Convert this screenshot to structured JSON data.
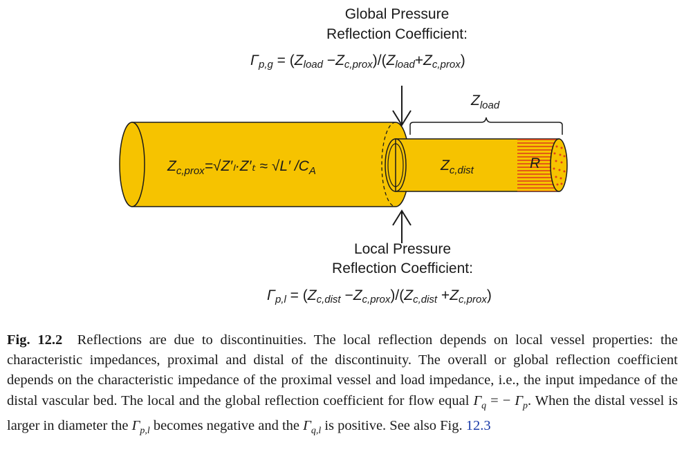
{
  "diagram": {
    "global_heading_line1": "Global Pressure",
    "global_heading_line2": "Reflection Coefficient:",
    "global_eq_lhs": "Γ",
    "global_eq_lhs_sub": "p,g",
    "global_eq_part1": " = (",
    "global_eq_z1": "Z",
    "global_eq_z1_sub": "load",
    "global_eq_part2": " −",
    "global_eq_z2": "Z",
    "global_eq_z2_sub": "c,prox",
    "global_eq_part3": ")/(",
    "global_eq_z3": "Z",
    "global_eq_z3_sub": "load",
    "global_eq_part4": "+",
    "global_eq_z4": "Z",
    "global_eq_z4_sub": "c,prox",
    "global_eq_part5": ")",
    "zload_label": "Z",
    "zload_sub": "load",
    "prox_label": "Z",
    "prox_sub": "c,prox",
    "prox_formula": "=√Z′ₗ·Z′ₜ ≈ √L′ /C",
    "prox_formula_sub": "A",
    "dist_label": "Z",
    "dist_sub": "c,dist",
    "r_label": "R",
    "local_heading_line1": "Local Pressure",
    "local_heading_line2": "Reflection Coefficient:",
    "local_eq_lhs": "Γ",
    "local_eq_lhs_sub": "p,l",
    "local_eq_part1": " = (",
    "local_eq_z1": "Z",
    "local_eq_z1_sub": "c,dist",
    "local_eq_part2": " −",
    "local_eq_z2": "Z",
    "local_eq_z2_sub": "c,prox",
    "local_eq_part3": ")/(",
    "local_eq_z3": "Z",
    "local_eq_z3_sub": "c,dist",
    "local_eq_part4": " +",
    "local_eq_z4": "Z",
    "local_eq_z4_sub": "c,prox",
    "local_eq_part5": ")",
    "colors": {
      "vessel_fill": "#f6c300",
      "vessel_stroke": "#1a1a1a",
      "hatch": "#e0401a"
    }
  },
  "caption": {
    "fig_label": "Fig. 12.2",
    "text1": "Reflections are due to discontinuities. The local reflection depends on local vessel properties: the characteristic impedances, proximal and distal of the discontinuity. The overall or global reflection coefficient depends on the characteristic impedance of the proximal vessel and load impedance, i.e., the input impedance of the distal vascular bed. The local and the global reflection coefficient for flow equal ",
    "gamma_q": "Γ",
    "gamma_q_sub": "q",
    "eq_mid": " = − ",
    "gamma_p": "Γ",
    "gamma_p_sub": "p",
    "text2": ". When the distal vessel is larger in diameter the ",
    "gamma_pl": "Γ",
    "gamma_pl_sub": "p,l",
    "text3": " becomes negative and the ",
    "gamma_ql": "Γ",
    "gamma_ql_sub": "q,l",
    "text4": " is positive. See also Fig. ",
    "fig_ref": "12.3"
  }
}
